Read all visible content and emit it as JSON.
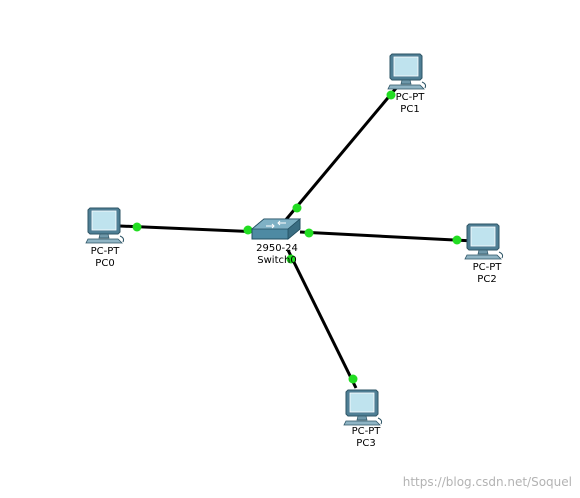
{
  "colors": {
    "link": "#000000",
    "port_up": "#22dd22",
    "pc_screen": "#bfe3ee",
    "pc_body": "#4f7f95",
    "switch_body": "#4e8aa3"
  },
  "devices": [
    {
      "id": "pc0",
      "icon": "pc-icon",
      "model": "PC-PT",
      "name": "PC0"
    },
    {
      "id": "pc1",
      "icon": "pc-icon",
      "model": "PC-PT",
      "name": "PC1"
    },
    {
      "id": "pc2",
      "icon": "pc-icon",
      "model": "PC-PT",
      "name": "PC2"
    },
    {
      "id": "pc3",
      "icon": "pc-icon",
      "model": "PC-PT",
      "name": "PC3"
    },
    {
      "id": "switch0",
      "icon": "switch-icon",
      "model": "2950-24",
      "name": "Switch0"
    }
  ],
  "links": [
    {
      "from": "pc0",
      "to": "switch0",
      "status": "up"
    },
    {
      "from": "pc1",
      "to": "switch0",
      "status": "up"
    },
    {
      "from": "pc2",
      "to": "switch0",
      "status": "up"
    },
    {
      "from": "pc3",
      "to": "switch0",
      "status": "up"
    }
  ],
  "watermark": "https://blog.csdn.net/Soquel"
}
